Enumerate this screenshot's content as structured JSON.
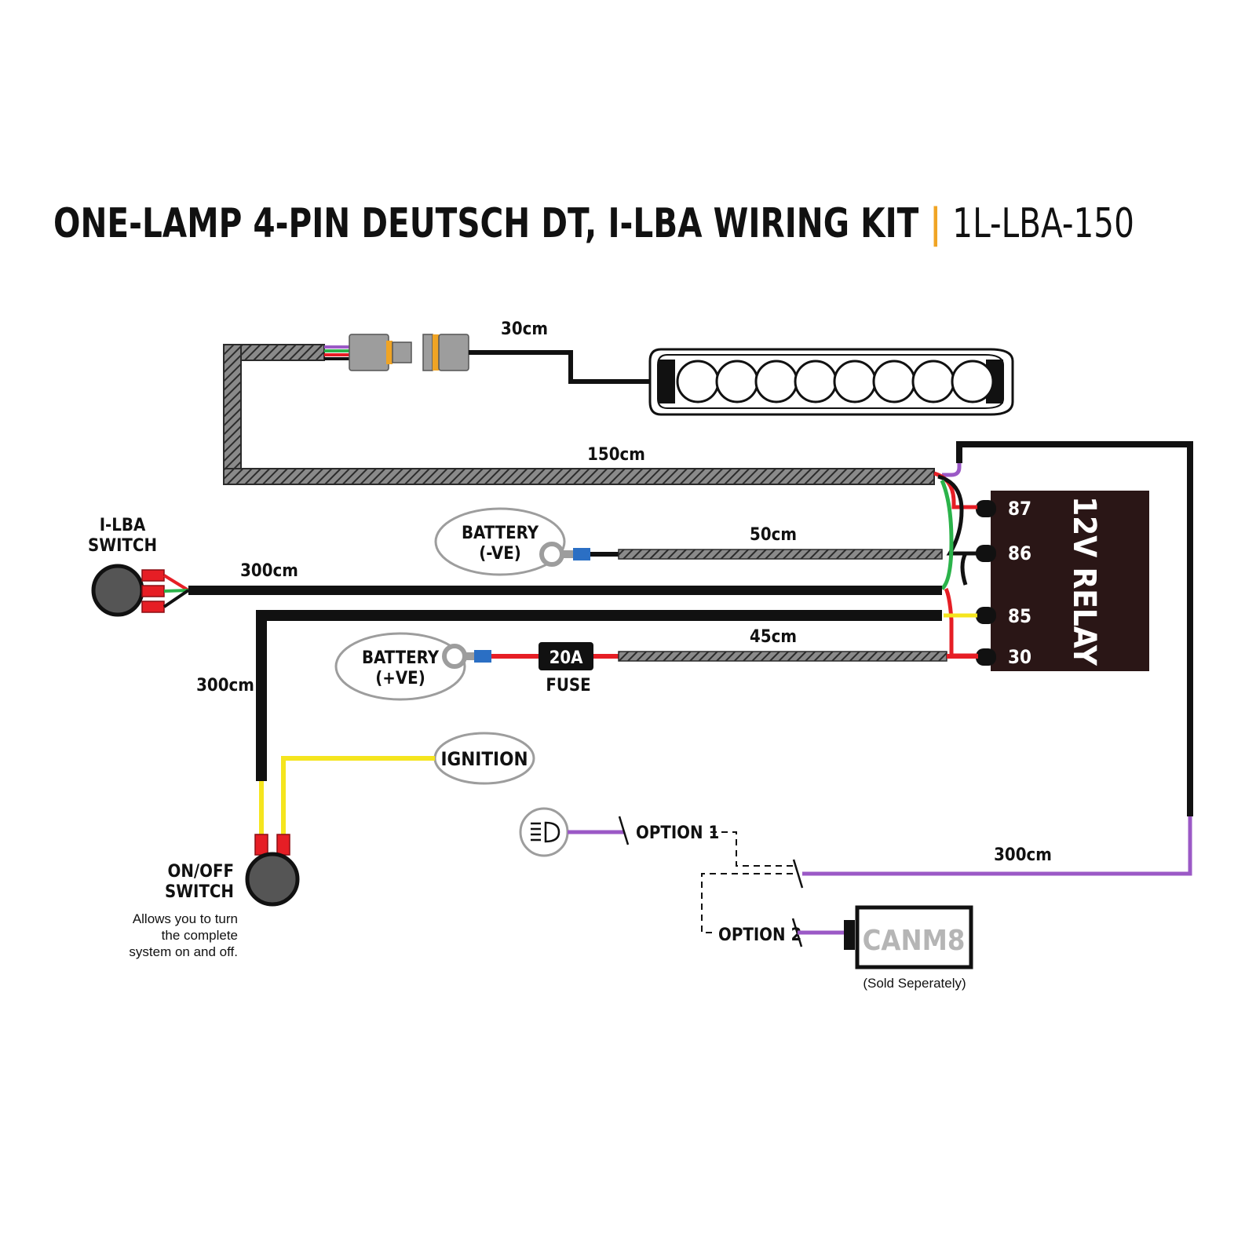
{
  "title": {
    "main": "ONE-LAMP 4-PIN DEUTSCH DT, I-LBA WIRING KIT",
    "separator": "|",
    "code": "1L-LBA-150"
  },
  "colors": {
    "accent": "#f0a424",
    "wire_black": "#111111",
    "wire_red": "#e61e25",
    "wire_green": "#2bb34a",
    "wire_yellow": "#f5e51e",
    "wire_purple": "#9b59c6",
    "relay_fill": "#2a1616"
  },
  "lengths": {
    "lamp_lead": "30cm",
    "main_loom": "150cm",
    "battery_neg": "50cm",
    "switch_lead": "300cm",
    "battery_pos": "45cm",
    "onoff_lead": "300cm",
    "purple_lead": "300cm"
  },
  "components": {
    "ilba_switch": [
      "I-LBA",
      "SWITCH"
    ],
    "battery_neg": [
      "BATTERY",
      "(-VE)"
    ],
    "battery_pos": [
      "BATTERY",
      "(+VE)"
    ],
    "fuse_rating": "20A",
    "fuse_label": "FUSE",
    "ignition": "IGNITION",
    "relay": "12V RELAY",
    "onoff_switch": [
      "ON/OFF",
      "SWITCH"
    ],
    "onoff_desc": [
      "Allows you to turn",
      "the complete",
      "system on and off."
    ],
    "option1": "OPTION 1",
    "option2": "OPTION 2",
    "canm8": "CANM8",
    "canm8_note": "(Sold Seperately)"
  },
  "relay_pins": [
    "87",
    "86",
    "85",
    "30"
  ],
  "icons": {
    "headlight": "headlight-beam-icon",
    "lamp": "led-light-bar"
  }
}
